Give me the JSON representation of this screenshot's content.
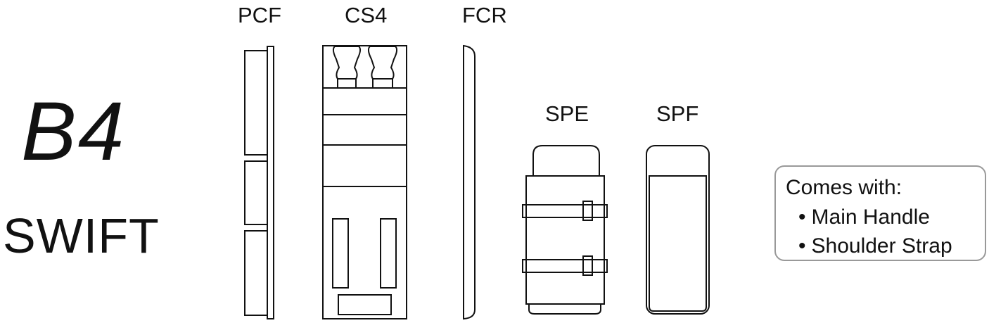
{
  "product": {
    "model": "B4",
    "name": "SWIFT"
  },
  "components": [
    {
      "code": "PCF"
    },
    {
      "code": "CS4"
    },
    {
      "code": "FCR"
    },
    {
      "code": "SPE"
    },
    {
      "code": "SPF"
    }
  ],
  "includes": {
    "title": "Comes with:",
    "items": [
      "Main Handle",
      "Shoulder Strap"
    ]
  },
  "colors": {
    "line": "#111111",
    "box_border": "#999999"
  }
}
